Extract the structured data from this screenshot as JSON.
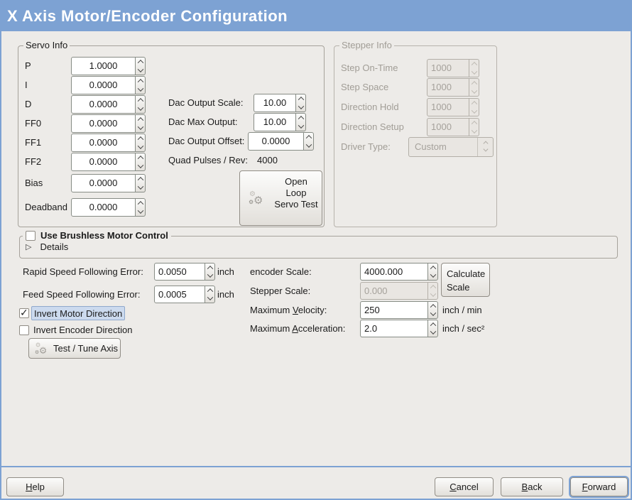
{
  "title": "X Axis Motor/Encoder Configuration",
  "colors": {
    "header_blue": "#7da2d3",
    "page_bg": "#edebe8",
    "focus_highlight": "#ccdaee"
  },
  "icons": {
    "gear": "⚙",
    "check": "✓",
    "expander_right": "▷"
  },
  "servo_info": {
    "legend": "Servo Info",
    "fields": [
      {
        "label": "P",
        "value": "1.0000"
      },
      {
        "label": "I",
        "value": "0.0000"
      },
      {
        "label": "D",
        "value": "0.0000"
      },
      {
        "label": "FF0",
        "value": "0.0000"
      },
      {
        "label": "FF1",
        "value": "0.0000"
      },
      {
        "label": "FF2",
        "value": "0.0000"
      },
      {
        "label": "Bias",
        "value": "0.0000"
      },
      {
        "label": "Deadband",
        "value": "0.0000"
      }
    ]
  },
  "dac": {
    "fields": [
      {
        "label": "Dac Output Scale:",
        "value": "10.00"
      },
      {
        "label": "Dac Max Output:",
        "value": "10.00"
      },
      {
        "label": "Dac Output Offset:",
        "value": "0.0000"
      }
    ],
    "quad_label": "Quad Pulses / Rev:",
    "quad_value": "4000"
  },
  "open_loop_button": "Open Loop Servo Test",
  "stepper_info": {
    "legend": "Stepper Info",
    "fields": [
      {
        "label": "Step On-Time",
        "value": "1000"
      },
      {
        "label": "Step Space",
        "value": "1000"
      },
      {
        "label": "Direction Hold",
        "value": "1000"
      },
      {
        "label": "Direction Setup",
        "value": "1000"
      }
    ],
    "driver_label": "Driver Type:",
    "driver_value": "Custom"
  },
  "brushless": {
    "label": "Use Brushless Motor Control",
    "details": "Details"
  },
  "following_error": [
    {
      "label": "Rapid Speed Following Error:",
      "value": "0.0050",
      "unit": "inch"
    },
    {
      "label": "Feed Speed Following Error:",
      "value": "0.0005",
      "unit": "inch"
    }
  ],
  "invert": [
    {
      "label": "Invert Motor Direction"
    },
    {
      "label": "Invert Encoder Direction"
    }
  ],
  "test_tune_button": "Test / Tune Axis",
  "scale": {
    "encoder_label": "encoder Scale:",
    "encoder_value": "4000.000",
    "calculate_button": "Calculate Scale",
    "stepper_label": "Stepper Scale:",
    "stepper_value": "0.000",
    "velocity": {
      "pre": "Maximum ",
      "mn": "V",
      "post": "elocity:",
      "value": "250",
      "unit": "inch / min"
    },
    "acceleration": {
      "pre": "Maximum ",
      "mn": "A",
      "post": "cceleration:",
      "value": "2.0",
      "unit": "inch / sec²"
    }
  },
  "actions": {
    "help": {
      "pre": "",
      "mn": "H",
      "post": "elp"
    },
    "cancel": {
      "pre": "",
      "mn": "C",
      "post": "ancel"
    },
    "back": {
      "pre": "",
      "mn": "B",
      "post": "ack"
    },
    "forward": {
      "pre": "",
      "mn": "F",
      "post": "orward"
    }
  }
}
